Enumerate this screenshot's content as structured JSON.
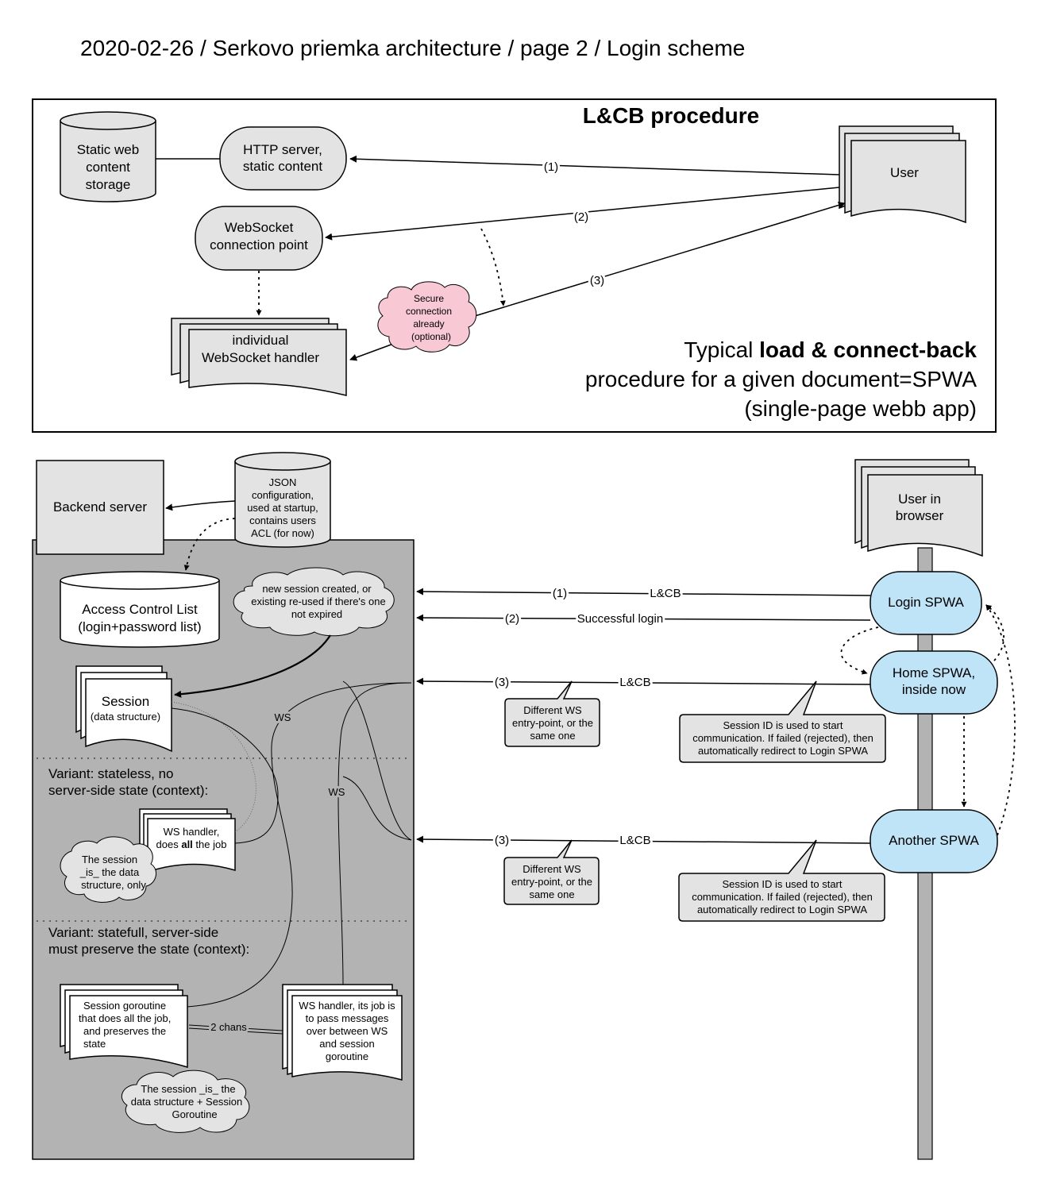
{
  "title": "2020-02-26 / Serkovo priemka architecture / page 2 / Login scheme",
  "top": {
    "heading": "L&CB procedure",
    "storage": [
      "Static web",
      "content",
      "storage"
    ],
    "http": [
      "HTTP server,",
      "static content"
    ],
    "ws_point": [
      "WebSocket",
      "connection point"
    ],
    "ws_handler": [
      "individual",
      "WebSocket handler"
    ],
    "user": "User",
    "edges": [
      "(1)",
      "(2)",
      "(3)"
    ],
    "secure": [
      "Secure",
      "connection",
      "already",
      "(optional)"
    ],
    "caption": {
      "line1_pre": "Typical ",
      "line1_bold": "load & connect-back",
      "line2": "procedure for a given document=SPWA",
      "line3": "(single-page webb app)"
    }
  },
  "bottom": {
    "backend": "Backend server",
    "json_cfg": [
      "JSON",
      "configuration,",
      "used at startup,",
      "contains users",
      "ACL (for now)"
    ],
    "acl": [
      "Access Control List",
      "(login+password list)"
    ],
    "new_session": [
      "new session created, or",
      "existing re-used if there's one",
      "not expired"
    ],
    "session": "Session",
    "session_sub": "(data structure)",
    "ws1": "WS",
    "ws2": "WS",
    "variant1": [
      "Variant: stateless, no",
      "server-side state (context):"
    ],
    "ws_handler_a": [
      "WS handler,",
      "does ",
      "all",
      " the job"
    ],
    "session_is": [
      "The session",
      "_is_ the data",
      "structure, only"
    ],
    "variant2": [
      "Variant: statefull, server-side",
      "must preserve the state (context):"
    ],
    "goroutine": [
      "Session goroutine",
      "that does all the job,",
      "and preserves the",
      "state"
    ],
    "chans": "2 chans",
    "ws_handler_b": [
      "WS handler, its job is",
      "to pass messages",
      "over between WS",
      "and session",
      "goroutine"
    ],
    "session_is2": [
      "The session _is_ the",
      "data structure + Session",
      "Goroutine"
    ],
    "user_browser": [
      "User in",
      "browser"
    ],
    "login_spwa": "Login SPWA",
    "home_spwa": [
      "Home SPWA,",
      "inside now"
    ],
    "another_spwa": "Another SPWA",
    "arrows": {
      "a1_num": "(1)",
      "a1_txt": "L&CB",
      "a2_num": "(2)",
      "a2_txt": "Successful login",
      "a3_num": "(3)",
      "a3_txt": "L&CB",
      "a4_num": "(3)",
      "a4_txt": "L&CB"
    },
    "different_ws": [
      "Different WS",
      "entry-point, or the",
      "same one"
    ],
    "session_id": [
      "Session ID is used to start",
      "communication. If failed (rejected), then",
      "automatically redirect to Login SPWA"
    ]
  }
}
